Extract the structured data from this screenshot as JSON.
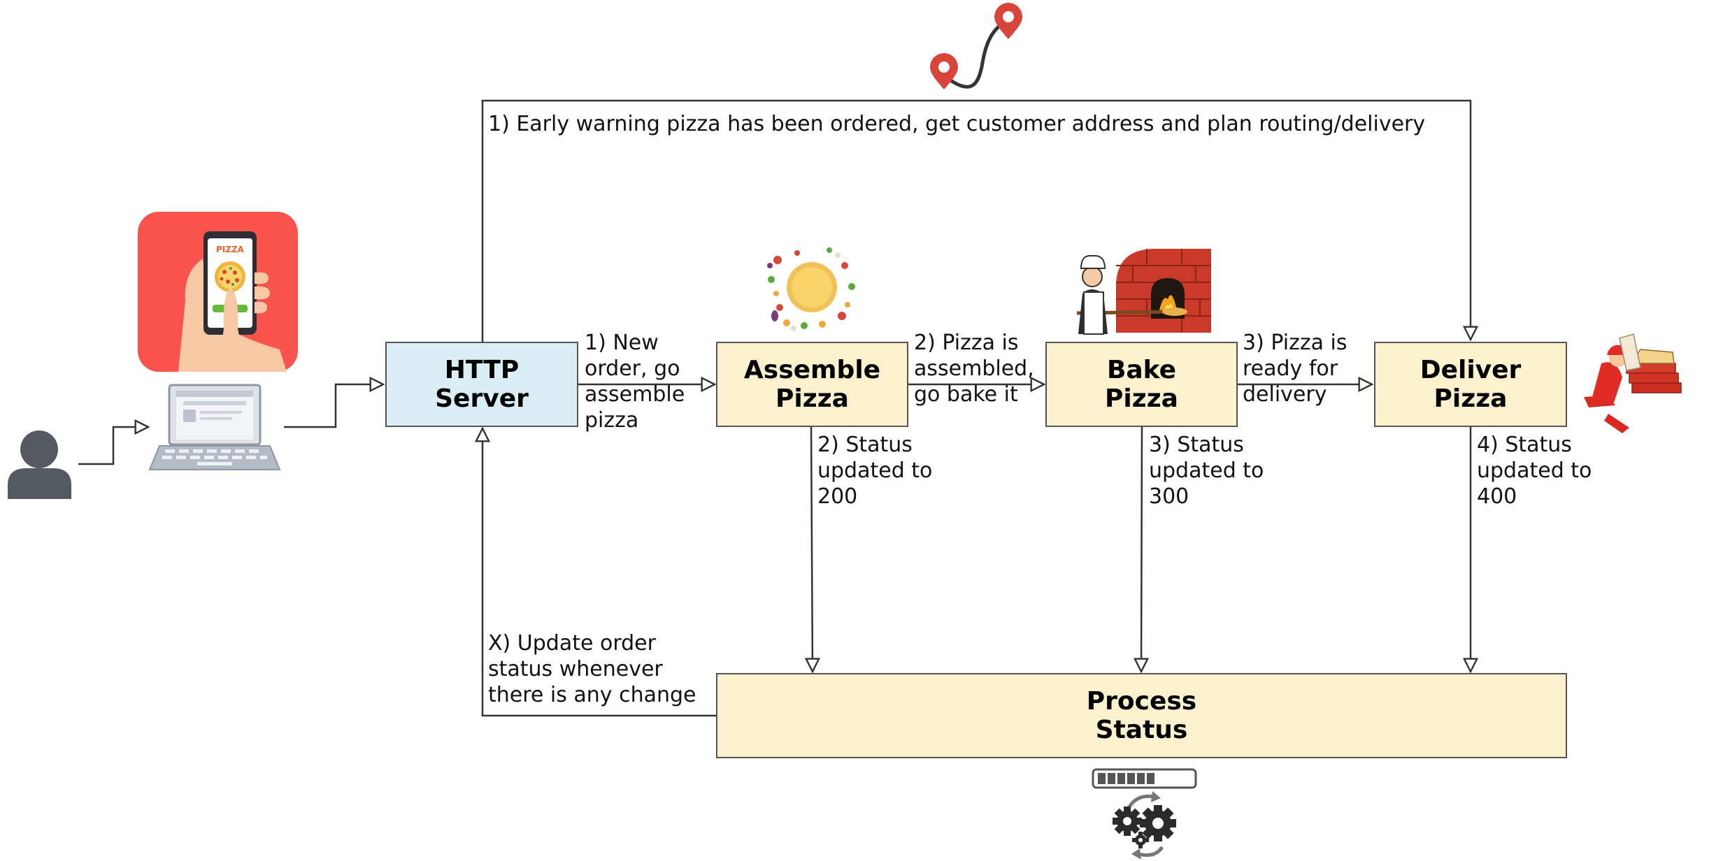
{
  "diagram": {
    "nodes": {
      "http": {
        "label": "HTTP\nServer"
      },
      "assemble": {
        "label": "Assemble\nPizza"
      },
      "bake": {
        "label": "Bake\nPizza"
      },
      "deliver": {
        "label": "Deliver\nPizza"
      },
      "status": {
        "label": "Process\nStatus"
      }
    },
    "edges": {
      "early_warning": "1) Early warning pizza has been ordered, get customer address and plan routing/delivery",
      "new_order": "1) New\norder, go\nassemble\npizza",
      "assembled": "2) Pizza is\nassembled,\ngo bake it",
      "ready": "3) Pizza is\nready for\ndelivery",
      "status_200": "2) Status\nupdated to\n200",
      "status_300": "3) Status\nupdated to\n300",
      "status_400": "4) Status\nupdated to\n400",
      "update_order": "X) Update order\nstatus whenever\nthere is any change"
    },
    "mobile_app": {
      "screen_title": "PIZZA"
    },
    "icons": [
      "user-icon",
      "laptop-icon",
      "mobile-pizza-app-icon",
      "route-pins-icon",
      "pizza-ingredients-icon",
      "pizza-oven-chef-icon",
      "delivery-courier-icon",
      "progress-gears-icon"
    ],
    "colors": {
      "http_fill": "#dbedf5",
      "stage_fill": "#fcf1cf",
      "border": "#555555",
      "pin_red": "#d9453a",
      "app_bg": "#f9534e"
    }
  }
}
